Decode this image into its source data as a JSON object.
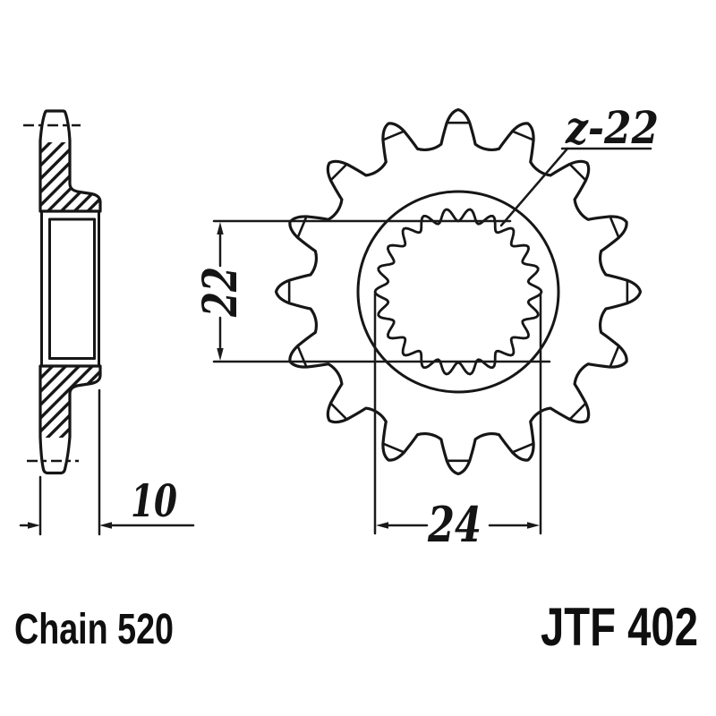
{
  "figure": {
    "chain_label": "Chain 520",
    "part_number": "JTF 402",
    "dimensions": {
      "spline_teeth_label": "z-22",
      "bore_inner_label": "22",
      "bore_outer_label": "24",
      "width_label": "10"
    },
    "drawing": {
      "sprocket_teeth_drawn": 16,
      "spline_teeth_drawn": 22,
      "line_color": "#161616",
      "background_color": "#ffffff"
    }
  }
}
